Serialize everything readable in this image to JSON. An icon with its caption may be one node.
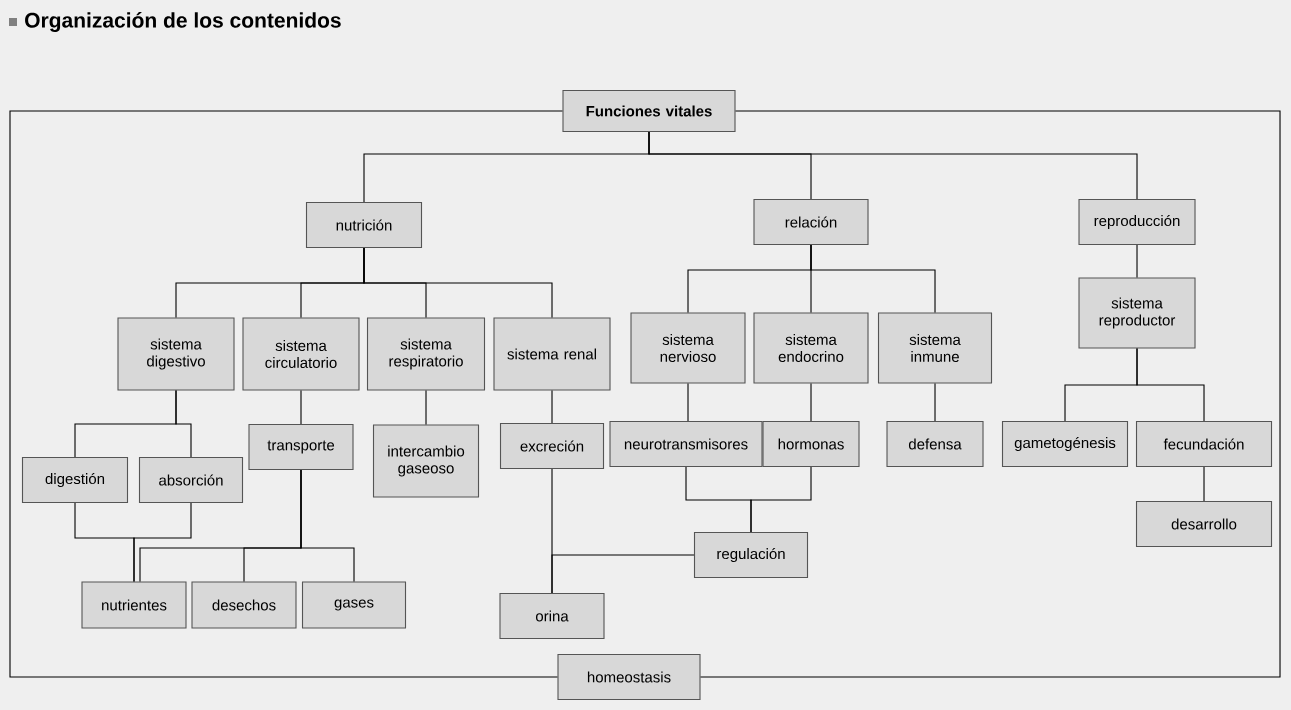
{
  "diagram": {
    "title": "Organización de los contenidos",
    "nodes": [
      {
        "text": [
          "Funciones vitales"
        ]
      },
      {
        "text": [
          "nutrición"
        ]
      },
      {
        "text": [
          "relación"
        ]
      },
      {
        "text": [
          "reproducción"
        ]
      },
      {
        "text": [
          "sistema digestivo"
        ]
      },
      {
        "text": [
          "sistema circulatorio"
        ]
      },
      {
        "text": [
          "sistema respiratorio"
        ]
      },
      {
        "text": [
          "sistema renal"
        ]
      },
      {
        "text": [
          "sistema nervioso"
        ]
      },
      {
        "text": [
          "sistema endocrino"
        ]
      },
      {
        "text": [
          "sistema inmune"
        ]
      },
      {
        "text": [
          "sistema reproductor"
        ]
      },
      {
        "text": [
          "transporte"
        ]
      },
      {
        "text": [
          "intercambio gaseoso"
        ]
      },
      {
        "text": [
          "excreción"
        ]
      },
      {
        "text": [
          "neurotransmisores"
        ]
      },
      {
        "text": [
          "hormonas"
        ]
      },
      {
        "text": [
          "defensa"
        ]
      },
      {
        "text": [
          "gametogénesis"
        ]
      },
      {
        "text": [
          "fecundación"
        ]
      },
      {
        "text": [
          "digestión"
        ]
      },
      {
        "text": [
          "absorción"
        ]
      },
      {
        "text": [
          "desarrollo"
        ]
      },
      {
        "text": [
          "regulación"
        ]
      },
      {
        "text": [
          "nutrientes"
        ]
      },
      {
        "text": [
          "desechos"
        ]
      },
      {
        "text": [
          "gases"
        ]
      },
      {
        "text": [
          "orina"
        ]
      },
      {
        "text": [
          "homeostasis"
        ]
      }
    ],
    "edges": [
      {
        "from": 0,
        "to": 1,
        "arrow": "none"
      },
      {
        "from": 0,
        "to": 2,
        "arrow": "none"
      },
      {
        "from": 0,
        "to": 3,
        "arrow": "none"
      },
      {
        "from": 1,
        "to": 4,
        "arrow": "none"
      },
      {
        "from": 1,
        "to": 5,
        "arrow": "none"
      },
      {
        "from": 1,
        "to": 6,
        "arrow": "none"
      },
      {
        "from": 1,
        "to": 7,
        "arrow": "none"
      },
      {
        "from": 2,
        "to": 8,
        "arrow": "none"
      },
      {
        "from": 2,
        "to": 9,
        "arrow": "none"
      },
      {
        "from": 2,
        "to": 10,
        "arrow": "none"
      },
      {
        "from": 3,
        "to": 11,
        "arrow": "none"
      },
      {
        "from": 11,
        "to": 18,
        "arrow": "none"
      },
      {
        "from": 11,
        "to": 19,
        "arrow": "none"
      },
      {
        "from": 19,
        "to": 22,
        "arrow": "none"
      },
      {
        "from": 4,
        "to": 20,
        "arrow": "none"
      },
      {
        "from": 4,
        "to": 21,
        "arrow": "none"
      },
      {
        "from": 5,
        "to": 12,
        "arrow": "none"
      },
      {
        "from": 6,
        "to": 13,
        "arrow": "none"
      },
      {
        "from": 7,
        "to": 14,
        "arrow": "none"
      },
      {
        "from": 8,
        "to": 15,
        "arrow": "none"
      },
      {
        "from": 9,
        "to": 16,
        "arrow": "none"
      },
      {
        "from": 10,
        "to": 17,
        "arrow": "none"
      },
      {
        "from": 20,
        "to": 24,
        "arrow": "none"
      },
      {
        "from": 21,
        "to": 24,
        "arrow": "none"
      },
      {
        "from": 12,
        "to": 24,
        "arrow": "none"
      },
      {
        "from": 12,
        "to": 25,
        "arrow": "none"
      },
      {
        "from": 12,
        "to": 26,
        "arrow": "none"
      },
      {
        "from": 14,
        "to": 27,
        "arrow": "none"
      },
      {
        "from": 15,
        "to": 23,
        "arrow": "none"
      },
      {
        "from": 16,
        "to": 23,
        "arrow": "none"
      },
      {
        "from": 23,
        "to": 27,
        "arrow": "none"
      },
      {
        "from": 0,
        "to": 28,
        "arrow": "none"
      },
      {
        "from": 0,
        "to": 28,
        "arrow": "none"
      }
    ]
  }
}
